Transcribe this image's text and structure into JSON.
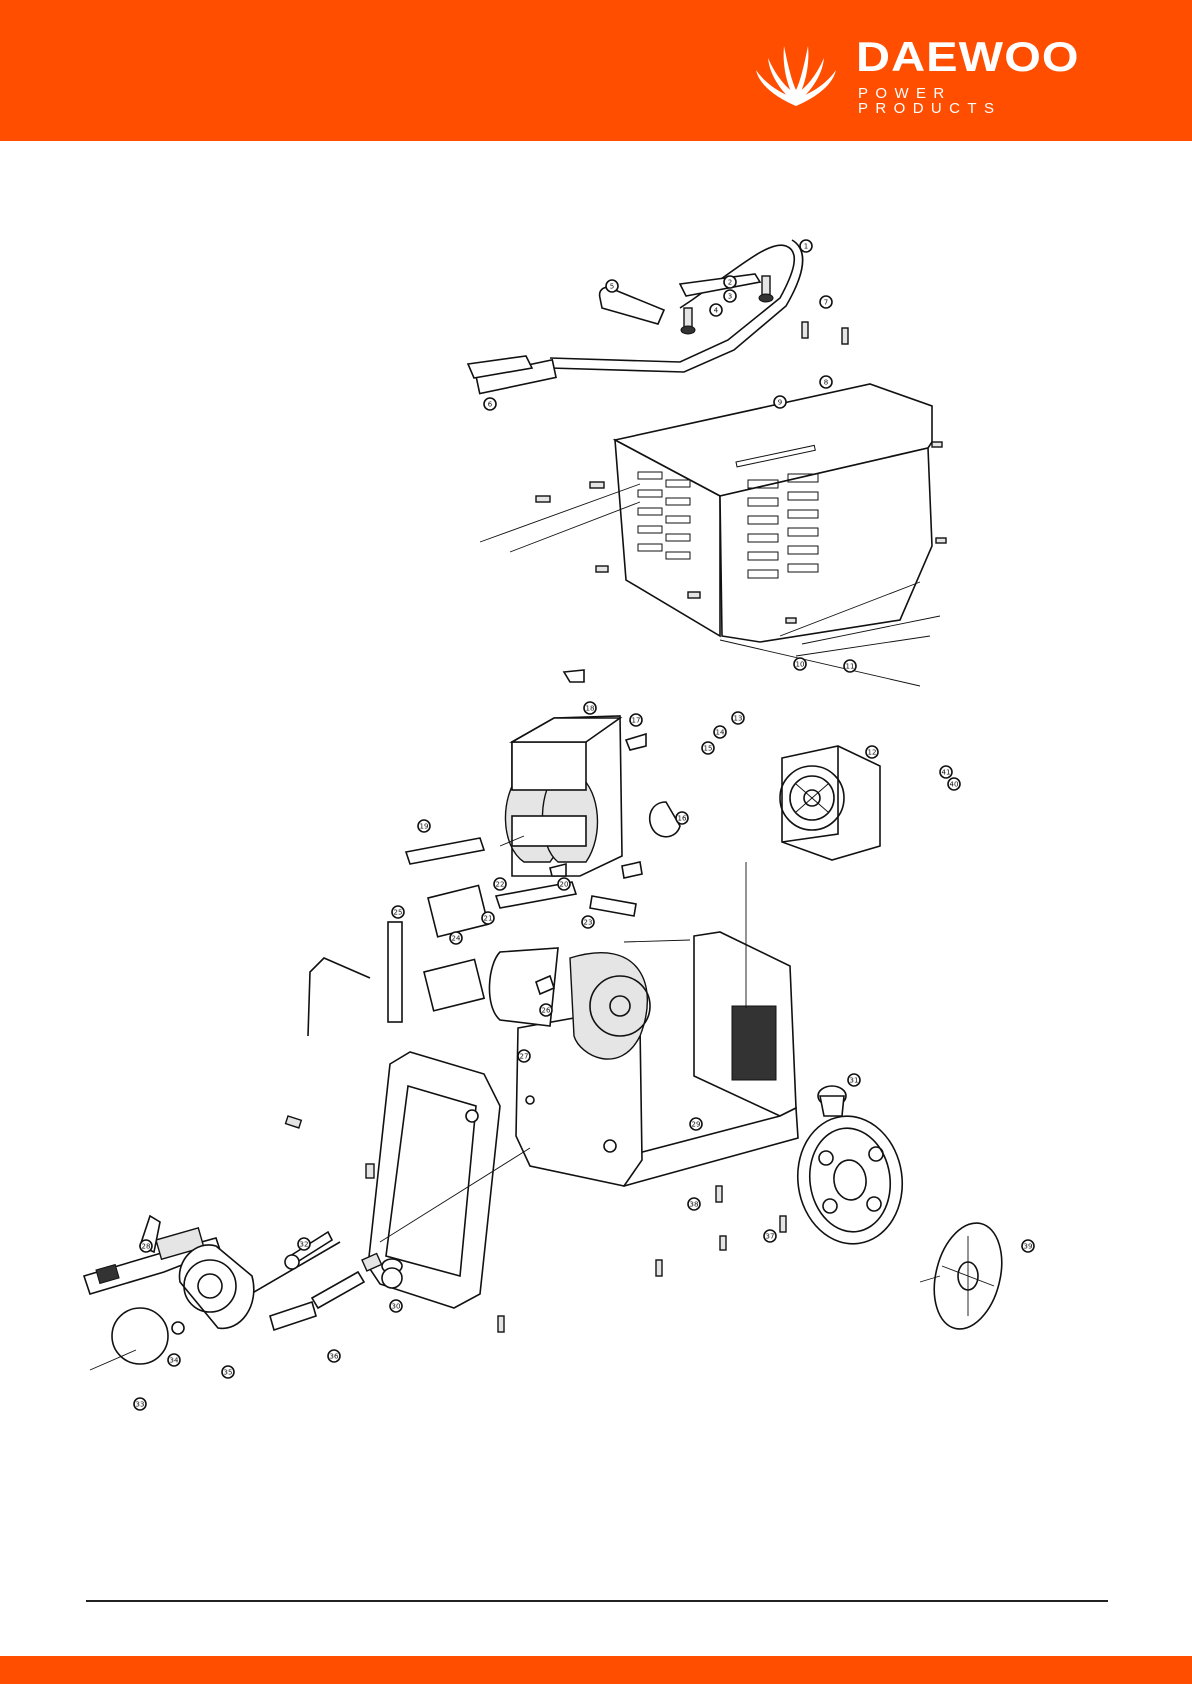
{
  "header": {
    "brand_name": "DAEWOO",
    "brand_sub": "POWER PRODUCTS",
    "logo_icon": "daewoo-fan-icon",
    "accent_color": "#FF4E00"
  },
  "diagram": {
    "part_labels": [
      "1",
      "2",
      "3",
      "4",
      "5",
      "6",
      "7",
      "8",
      "9",
      "10",
      "11",
      "12",
      "13",
      "14",
      "15",
      "16",
      "17",
      "18",
      "19",
      "20",
      "21",
      "22",
      "23",
      "24",
      "25",
      "26",
      "27",
      "28",
      "29",
      "30",
      "31",
      "32",
      "33",
      "34",
      "35",
      "36",
      "37",
      "38",
      "39",
      "40",
      "41"
    ]
  }
}
